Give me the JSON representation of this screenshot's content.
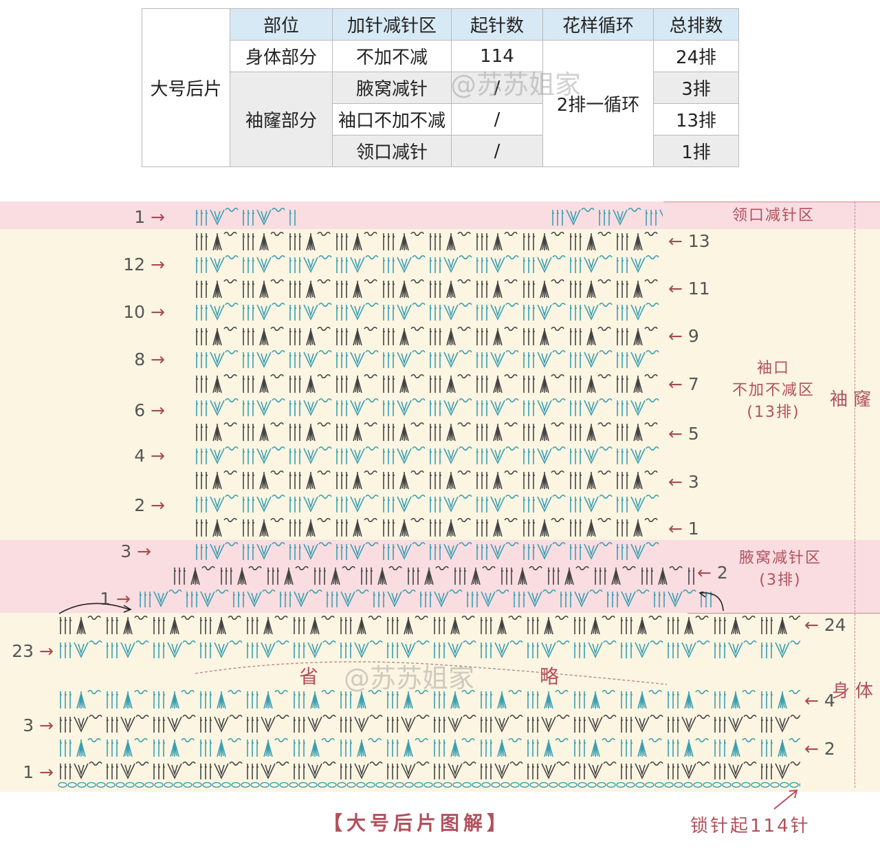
{
  "table": {
    "headers": [
      "部位",
      "加针减针区",
      "起针数",
      "花样循环",
      "总排数"
    ],
    "piece": "大号后片",
    "body_part": "身体部分",
    "armhole_part": "袖窿部分",
    "rows": [
      {
        "zone": "不加不减",
        "cast_on": "114",
        "total": "24排"
      },
      {
        "zone": "腋窝减针",
        "cast_on": "/",
        "total": "3排"
      },
      {
        "zone": "袖口不加不减",
        "cast_on": "/",
        "total": "13排"
      },
      {
        "zone": "领口减针",
        "cast_on": "/",
        "total": "1排"
      }
    ],
    "repeat": "2排一循环"
  },
  "watermark": "@苏苏姐家",
  "diagram": {
    "neck_zone": "领口减针区",
    "cuff_zone": "袖口\n不加不减区\n(13排)",
    "underarm_zone": "腋窝减针区\n(3排)",
    "armhole_side": "袖窿",
    "body_side": "身体",
    "omit_left": "省",
    "omit_right": "略",
    "caption": "【大号后片图解】",
    "foundation": "锁针起114针",
    "neck_row_left": "1",
    "cuff_rows_left": [
      "12",
      "10",
      "8",
      "6",
      "4",
      "2"
    ],
    "cuff_rows_right": [
      "13",
      "11",
      "9",
      "7",
      "5",
      "3",
      "1"
    ],
    "underarm_rows_left": [
      "3",
      "1"
    ],
    "underarm_row_right": "2",
    "body_top_right": "24",
    "body_top_left": "23",
    "body_bottom_left": [
      "3",
      "1"
    ],
    "body_bottom_right": [
      "4",
      "2"
    ],
    "colors": {
      "pink_band": "#f9dde1",
      "cream_band": "#fbf5e2",
      "teal_stitch": "#3a9fb0",
      "dark_stitch": "#444444",
      "label_red": "#b2505c"
    }
  }
}
